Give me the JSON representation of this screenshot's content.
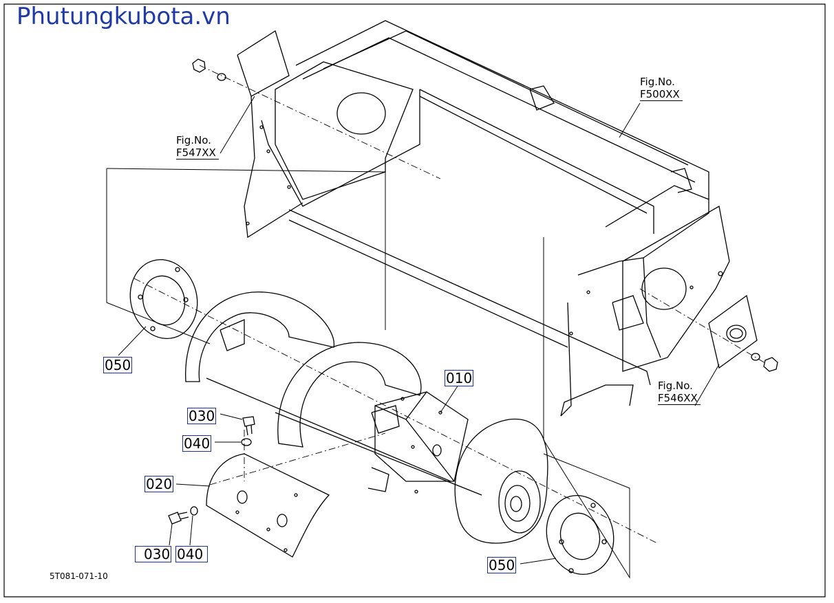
{
  "header": {
    "site_name": "Phutungkubota.vn"
  },
  "figure_refs": [
    {
      "line1": "Fig.No.",
      "line2": "F500XX"
    },
    {
      "line1": "Fig.No.",
      "line2": "F547XX"
    },
    {
      "line1": "Fig.No.",
      "line2": "F546XX"
    }
  ],
  "callouts": {
    "c010": "010",
    "c020": "020",
    "c030_top": "030",
    "c040_top": "040",
    "c030_bottom": "030",
    "c040_bottom": "040",
    "c050_left": "050",
    "c050_right": "050"
  },
  "drawing_code": "5T081-071-10",
  "colors": {
    "brand": "#1e3aa8",
    "callout_border": "#1e2fa0",
    "line": "#000000"
  }
}
